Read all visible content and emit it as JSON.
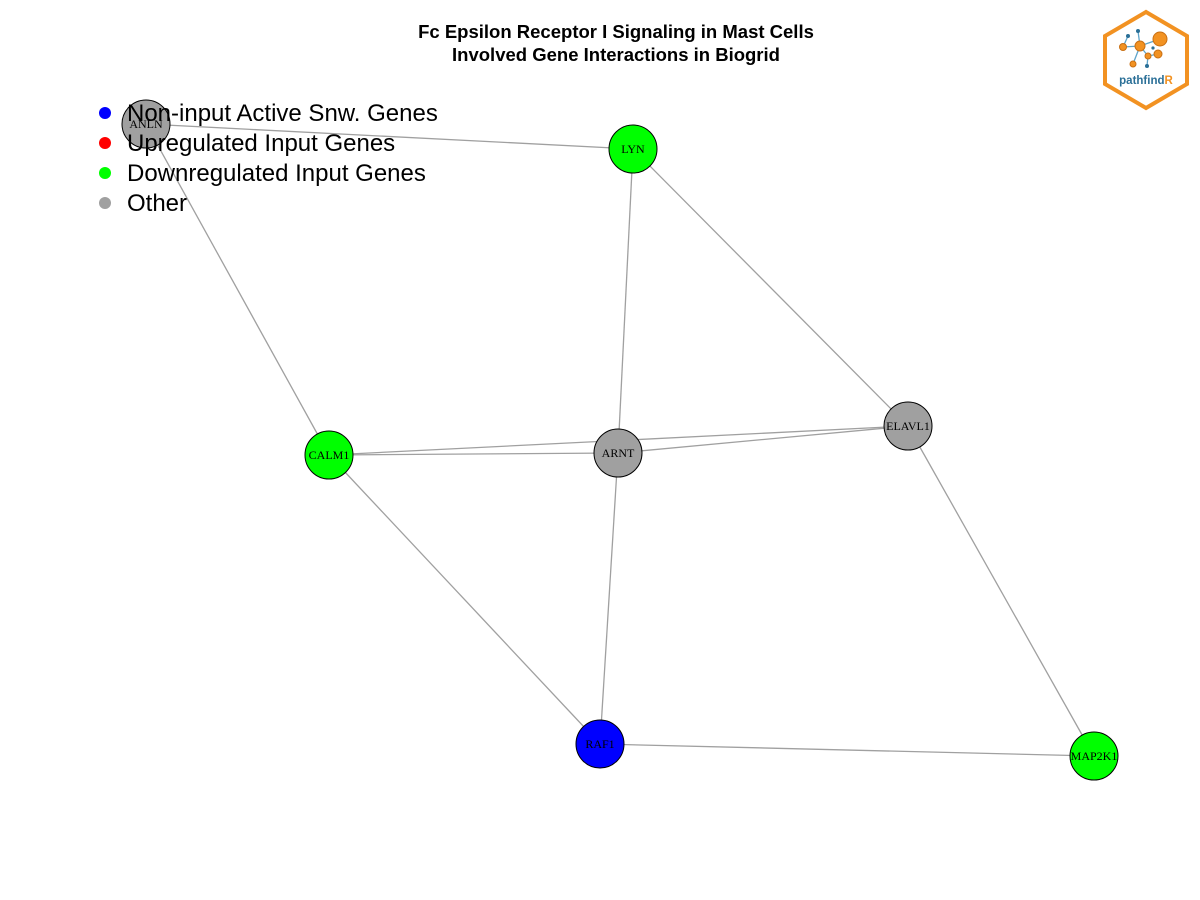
{
  "title": {
    "line1": "Fc Epsilon Receptor I Signaling in Mast Cells",
    "line2": "Involved Gene Interactions in Biogrid"
  },
  "colors": {
    "non_input_active": "#0000ff",
    "upregulated": "#ff0000",
    "downregulated": "#00ff00",
    "other": "#a0a0a0",
    "edge": "#a0a0a0",
    "logo_orange": "#f29222",
    "logo_teal": "#2a6f97"
  },
  "legend": [
    {
      "label": "Non-input Active Snw. Genes",
      "color": "#0000ff"
    },
    {
      "label": "Upregulated Input Genes",
      "color": "#ff0000"
    },
    {
      "label": "Downregulated Input Genes",
      "color": "#00ff00"
    },
    {
      "label": "Other",
      "color": "#a0a0a0"
    }
  ],
  "nodes": [
    {
      "id": "ANLN",
      "label": "ANLN",
      "category": "other"
    },
    {
      "id": "LYN",
      "label": "LYN",
      "category": "downregulated"
    },
    {
      "id": "ELAVL1",
      "label": "ELAVL1",
      "category": "other"
    },
    {
      "id": "CALM1",
      "label": "CALM1",
      "category": "downregulated"
    },
    {
      "id": "ARNT",
      "label": "ARNT",
      "category": "other"
    },
    {
      "id": "RAF1",
      "label": "RAF1",
      "category": "non_input_active"
    },
    {
      "id": "MAP2K1",
      "label": "MAP2K1",
      "category": "downregulated"
    }
  ],
  "edges": [
    [
      "ANLN",
      "LYN"
    ],
    [
      "ANLN",
      "CALM1"
    ],
    [
      "LYN",
      "ARNT"
    ],
    [
      "LYN",
      "ELAVL1"
    ],
    [
      "CALM1",
      "ARNT"
    ],
    [
      "CALM1",
      "ELAVL1"
    ],
    [
      "ARNT",
      "ELAVL1"
    ],
    [
      "CALM1",
      "RAF1"
    ],
    [
      "ARNT",
      "RAF1"
    ],
    [
      "ELAVL1",
      "MAP2K1"
    ],
    [
      "RAF1",
      "MAP2K1"
    ]
  ],
  "logo": {
    "text_main": "pathfind",
    "text_accent": "R",
    "icon": "network-hexagon-icon"
  }
}
